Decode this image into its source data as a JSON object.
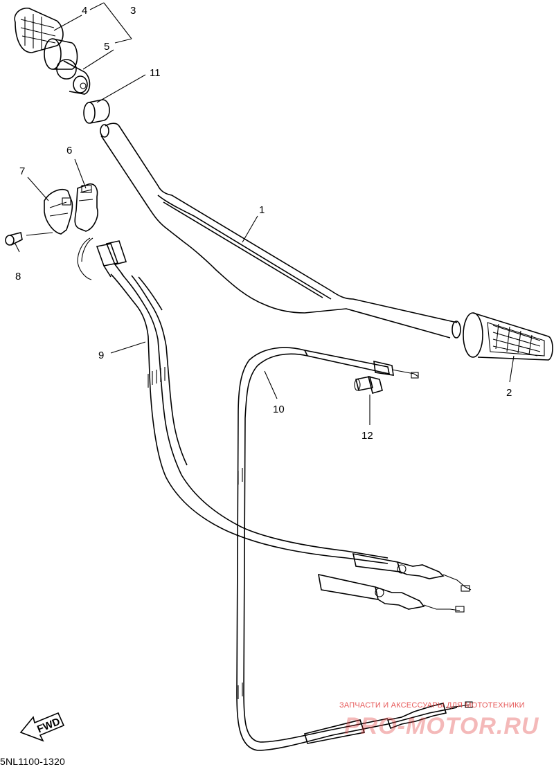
{
  "diagram": {
    "callouts": [
      "1",
      "2",
      "3",
      "4",
      "5",
      "6",
      "7",
      "8",
      "9",
      "10",
      "11",
      "12"
    ],
    "fwd_label": "FWD",
    "part_code": "5NL1100-1320"
  },
  "watermark": {
    "text": "ЗАПЧАСТИ И АКСЕССУАРЫ ДЛЯ МОТОТЕХНИКИ",
    "logo": "PRO-MOTOR.RU",
    "color": "#e23a3a"
  }
}
